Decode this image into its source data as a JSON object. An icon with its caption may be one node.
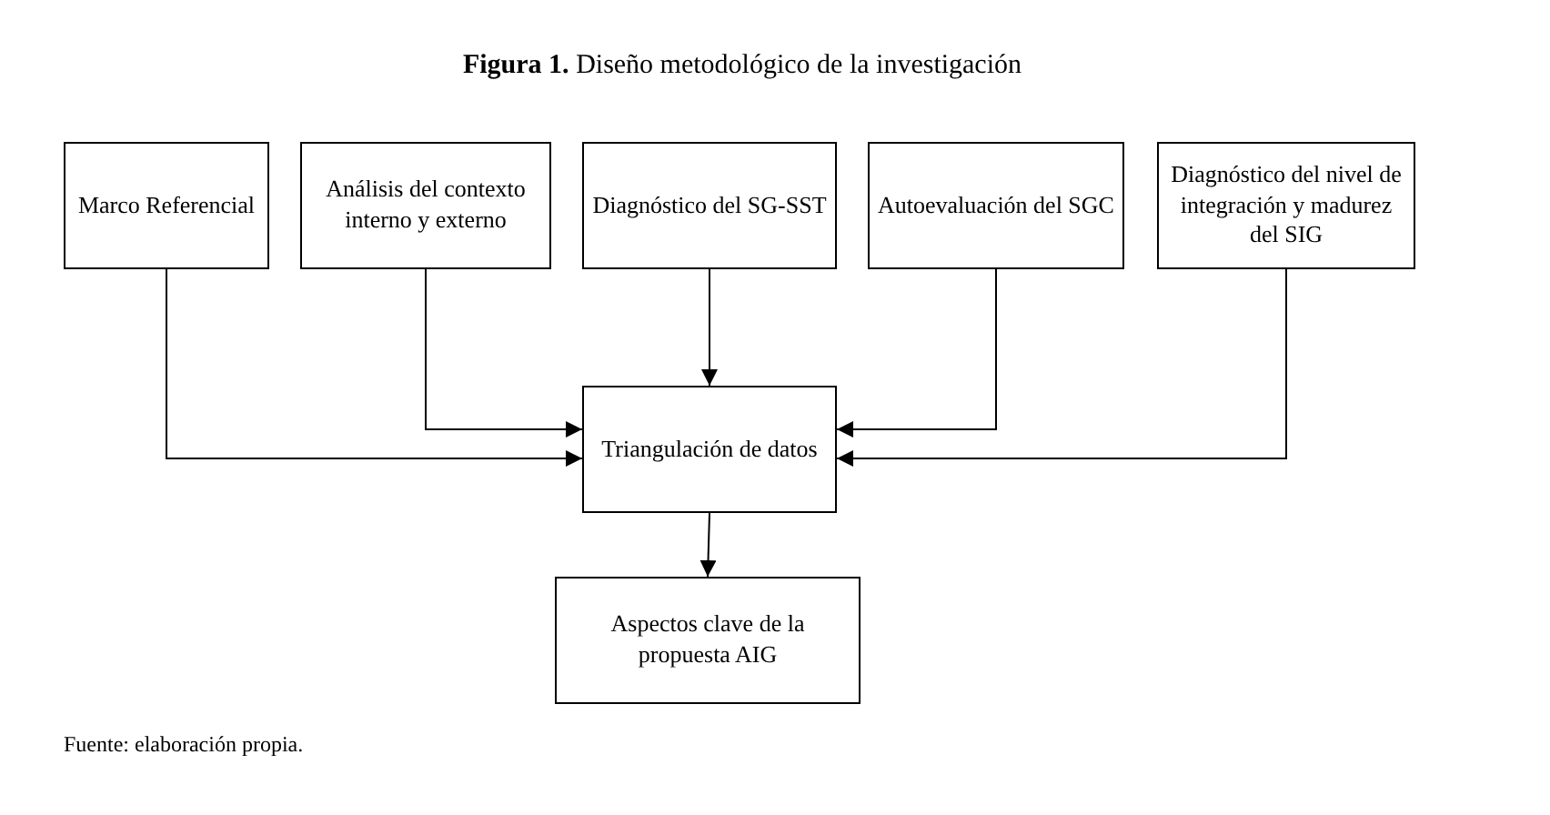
{
  "diagram": {
    "title": "**Figura 1.** Diseño metodológico de la investigación",
    "caption": "Fuente: elaboración propia.",
    "nodes": [
      {
        "text": [
          "Marco Referencial"
        ]
      },
      {
        "text": [
          "Análisis del contexto interno y externo"
        ]
      },
      {
        "text": [
          "Diagnóstico del SG-SST"
        ]
      },
      {
        "text": [
          "Autoevaluación del SGC"
        ]
      },
      {
        "text": [
          "Diagnóstico del nivel de integración y madurez del SIG"
        ]
      },
      {
        "text": [
          "Triangulación de datos"
        ]
      },
      {
        "text": [
          "Aspectos clave de la propuesta AIG"
        ]
      }
    ],
    "edges": [
      {
        "from": 0,
        "to": 5,
        "arrow": "to"
      },
      {
        "from": 1,
        "to": 5,
        "arrow": "to"
      },
      {
        "from": 2,
        "to": 5,
        "arrow": "to"
      },
      {
        "from": 3,
        "to": 5,
        "arrow": "to"
      },
      {
        "from": 4,
        "to": 5,
        "arrow": "to"
      },
      {
        "from": 5,
        "to": 6,
        "arrow": "to"
      }
    ]
  }
}
